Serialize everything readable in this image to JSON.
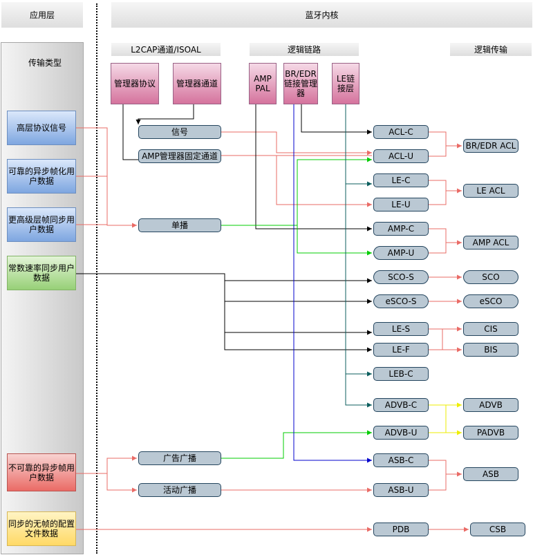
{
  "headers": {
    "app_layer": "应用层",
    "bt_core": "蓝牙内核",
    "l2cap": "L2CAP通道/ISOAL",
    "logical_link": "逻辑链路",
    "logical_transport": "逻辑传输"
  },
  "left_panel": {
    "title": "传输类型",
    "types": [
      "高层协议信号",
      "可靠的异步帧化用户数据",
      "更高级层帧同步用户数据",
      "常数速率同步用户数据",
      "不可靠的异步帧用户数据",
      "同步的无帧的配置文件数据"
    ]
  },
  "managers": {
    "mgr_protocol": "管理器协议",
    "mgr_channel": "管理器通道",
    "amp_pal": "AMP PAL",
    "bredr_lm": "BR/EDR链接管理器",
    "le_ll": "LE链接层"
  },
  "channels": {
    "signal": "信号",
    "amp_fixed": "AMP管理器固定通道",
    "unicast": "单播",
    "adv_broadcast": "广告广播",
    "active_broadcast": "活动广播"
  },
  "links": {
    "acl_c": "ACL-C",
    "acl_u": "ACL-U",
    "le_c": "LE-C",
    "le_u": "LE-U",
    "amp_c": "AMP-C",
    "amp_u": "AMP-U",
    "sco_s": "SCO-S",
    "esco_s": "eSCO-S",
    "le_s": "LE-S",
    "le_f": "LE-F",
    "leb_c": "LEB-C",
    "advb_c": "ADVB-C",
    "advb_u": "ADVB-U",
    "asb_c": "ASB-C",
    "asb_u": "ASB-U",
    "pdb": "PDB"
  },
  "transports": {
    "bredr_acl": "BR/EDR ACL",
    "le_acl": "LE ACL",
    "amp_acl": "AMP ACL",
    "sco": "SCO",
    "esco": "eSCO",
    "cis": "CIS",
    "bis": "BIS",
    "advb": "ADVB",
    "padvb": "PADVB",
    "asb": "ASB",
    "csb": "CSB"
  },
  "colors": {
    "salmon": "#ea6b66",
    "black": "#000000",
    "green": "#00cc00",
    "teal": "#0b5e5e",
    "blue": "#0000cc",
    "yellow": "#eeee00"
  }
}
